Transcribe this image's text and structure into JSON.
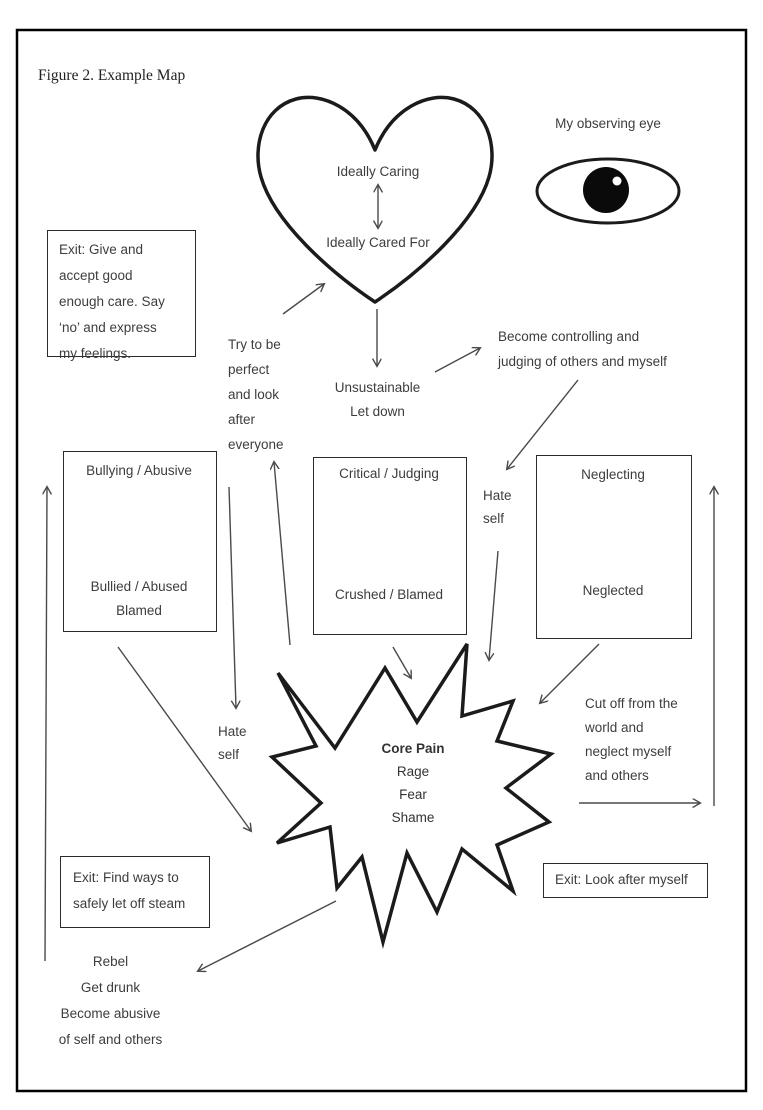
{
  "figure_title": "Figure 2. Example Map",
  "heart": {
    "top_role": "Ideally Caring",
    "bottom_role": "Ideally Cared For"
  },
  "eye_label": "My observing eye",
  "exit_boxes": {
    "care": "Exit: Give and\naccept good\nenough care. Say\n‘no’  and express\nmy feelings.",
    "steam": "Exit: Find ways to\nsafely let off steam",
    "self": "Exit: Look after myself"
  },
  "labels": {
    "try_perfect": "Try to be\nperfect\nand look\nafter\neveryone",
    "unsustainable": "Unsustainable\nLet down",
    "become_controlling": "Become controlling and\njudging of others and myself",
    "hate_self_right": "Hate\nself",
    "hate_self_left": "Hate\nself",
    "cut_off": "Cut off from the\nworld and\nneglect myself\nand others",
    "rebel": "Rebel\nGet drunk\nBecome abusive\nof self and others"
  },
  "role_boxes": {
    "bullying": {
      "top": "Bullying / Abusive",
      "bottom": "Bullied / Abused\nBlamed"
    },
    "critical": {
      "top": "Critical / Judging",
      "bottom": "Crushed / Blamed"
    },
    "neglecting": {
      "top": "Neglecting",
      "bottom": "Neglected"
    }
  },
  "core_pain": {
    "title": "Core Pain",
    "items": [
      "Rage",
      "Fear",
      "Shame"
    ]
  },
  "colors": {
    "ink": "#1b1b1b",
    "arrow": "#4a4a4a",
    "text": "#3d3d3d"
  }
}
